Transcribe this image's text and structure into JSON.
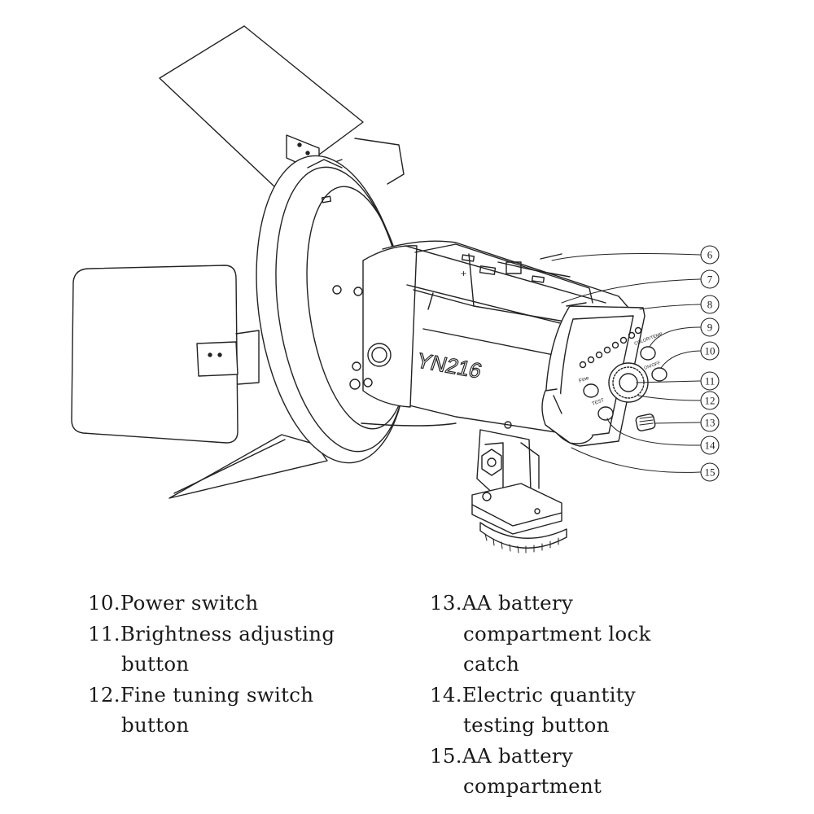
{
  "diagram": {
    "product_label": "YN216",
    "panel_labels": {
      "color_temp": "COLOR/TEMP",
      "on_off": "ON/OFF",
      "fine": "Fine",
      "test": "TEST"
    },
    "battery_mark": "+",
    "callouts": [
      "6",
      "7",
      "8",
      "9",
      "10",
      "11",
      "12",
      "13",
      "14",
      "15"
    ]
  },
  "legend": {
    "left": [
      {
        "num": "10.",
        "lines": [
          "Power switch"
        ]
      },
      {
        "num": "11.",
        "lines": [
          "Brightness adjusting",
          "button"
        ]
      },
      {
        "num": "12.",
        "lines": [
          "Fine tuning switch",
          "button"
        ]
      }
    ],
    "right": [
      {
        "num": "13.",
        "lines": [
          "AA battery",
          "compartment lock",
          "catch"
        ]
      },
      {
        "num": "14.",
        "lines": [
          "Electric quantity",
          "testing button"
        ]
      },
      {
        "num": "15.",
        "lines": [
          "AA battery",
          "compartment"
        ]
      }
    ]
  }
}
